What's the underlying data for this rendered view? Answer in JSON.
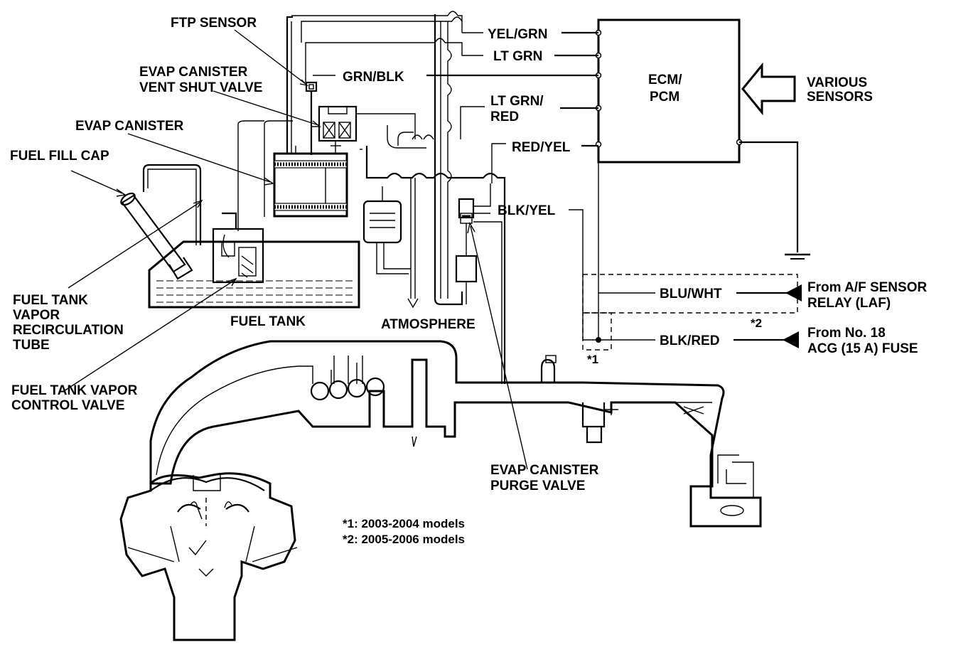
{
  "labels": {
    "ftp_sensor": "FTP SENSOR",
    "vent_shut_valve": [
      "EVAP CANISTER",
      "VENT SHUT VALVE"
    ],
    "evap_canister": "EVAP CANISTER",
    "fuel_fill_cap": "FUEL FILL CAP",
    "recirc_tube": [
      "FUEL TANK",
      "VAPOR",
      "RECIRCULATION",
      "TUBE"
    ],
    "fuel_tank": "FUEL TANK",
    "atmosphere": "ATMOSPHERE",
    "vapor_control_valve": [
      "FUEL TANK VAPOR",
      "CONTROL VALVE"
    ],
    "purge_valve": [
      "EVAP CANISTER",
      "PURGE VALVE"
    ],
    "ecm": [
      "ECM/",
      "PCM"
    ],
    "various_sensors": [
      "VARIOUS",
      "SENSORS"
    ]
  },
  "wires": {
    "yel_grn": "YEL/GRN",
    "lt_grn": "LT GRN",
    "grn_blk": "GRN/BLK",
    "lt_grn_red": [
      "LT GRN/",
      "RED"
    ],
    "red_yel": "RED/YEL",
    "blk_yel": "BLK/YEL",
    "blu_wht": "BLU/WHT",
    "blk_red": "BLK/RED"
  },
  "sources": {
    "af_relay": [
      "From A/F SENSOR",
      "RELAY (LAF)"
    ],
    "fuse": [
      "From No. 18",
      "ACG (15 A) FUSE"
    ]
  },
  "markers": {
    "m1": "*1",
    "m2": "*2"
  },
  "notes": [
    "*1: 2003-2004 models",
    "*2: 2005-2006 models"
  ]
}
